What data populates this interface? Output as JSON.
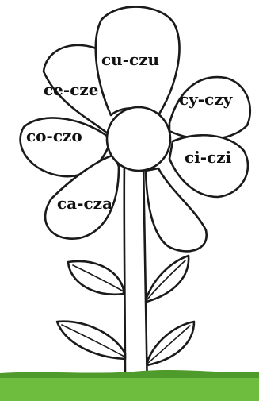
{
  "syllables": {
    "top": "cu-czu",
    "upper_left": "ce-cze",
    "upper_right": "cy-czy",
    "left": "co-czo",
    "right": "ci-czi",
    "lower_left": "ca-cza"
  },
  "colors": {
    "outline": "#1a1a1a",
    "grass": "#6fbd3e",
    "grass_dark": "#4e9a2a"
  }
}
